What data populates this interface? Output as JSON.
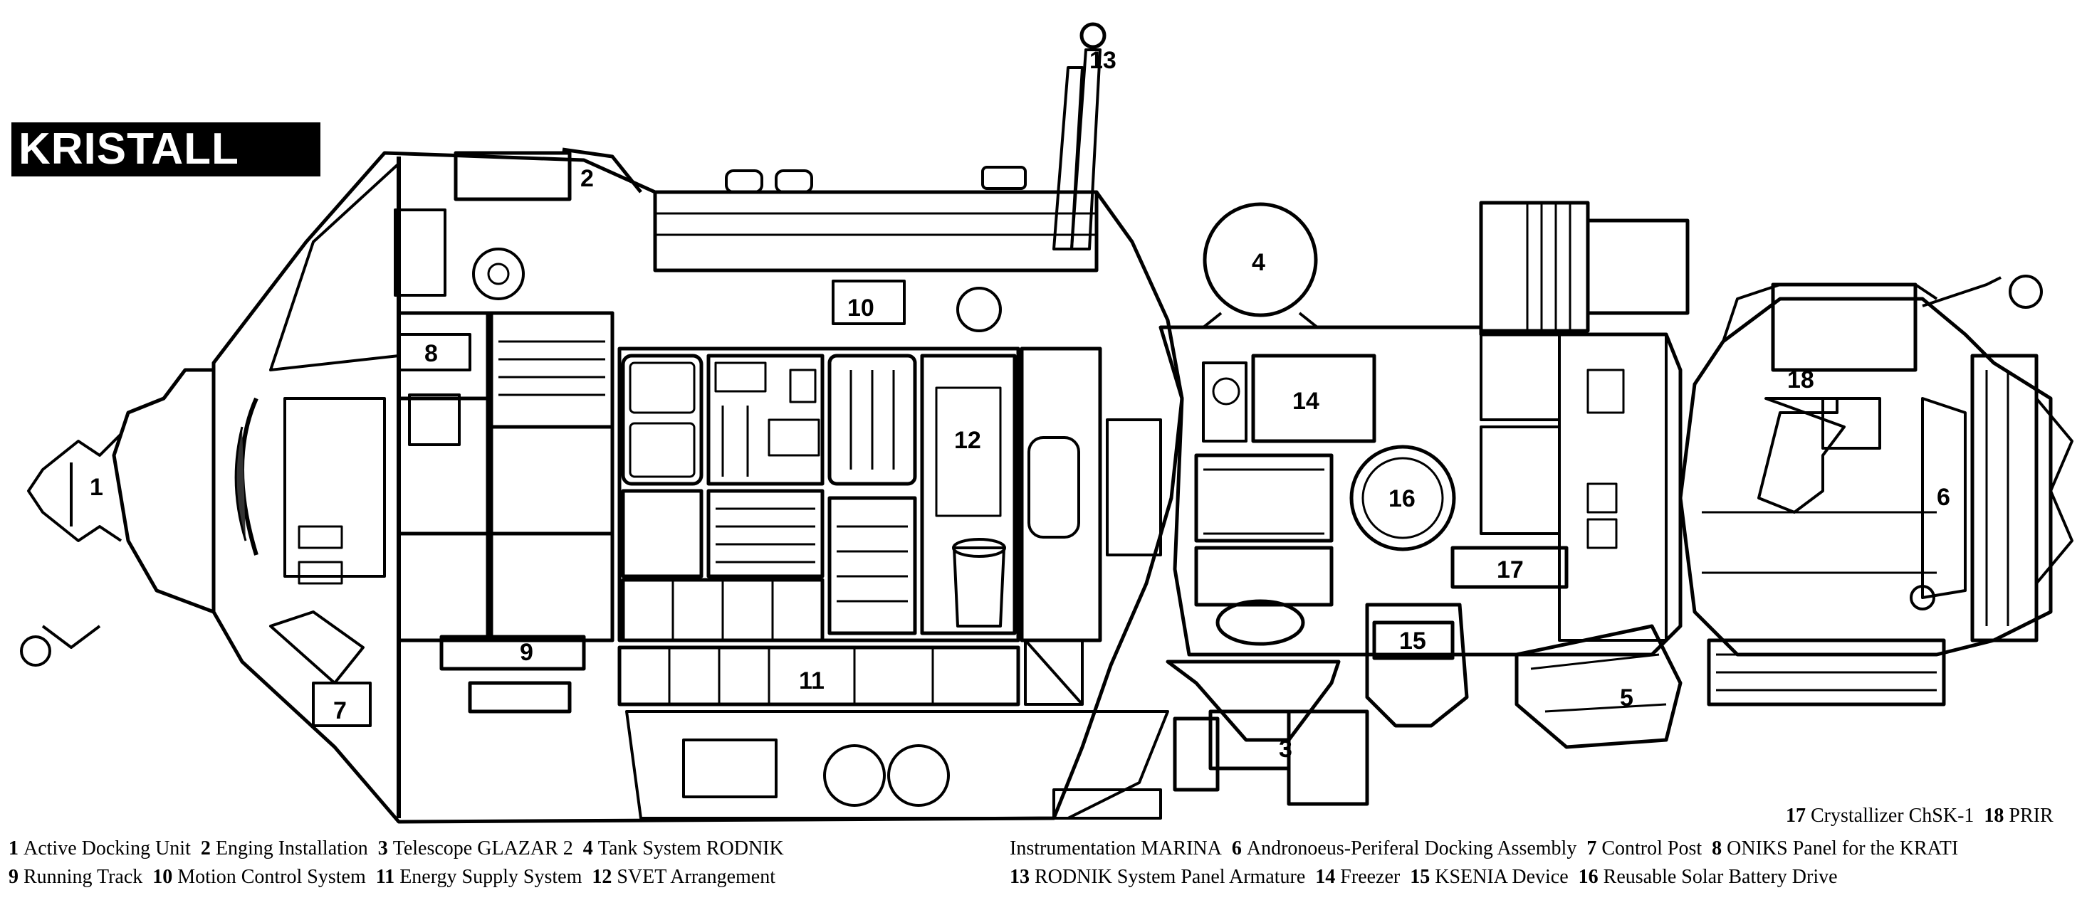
{
  "title": "KRISTALL",
  "callouts": [
    "1",
    "2",
    "4",
    "6",
    "8",
    "10",
    "12",
    "13",
    "14",
    "16",
    "17",
    "18",
    "9",
    "11",
    "15",
    "5",
    "7",
    "3"
  ],
  "legend": {
    "row1_left": [
      {
        "num": "1",
        "label": "Active Docking Unit"
      },
      {
        "num": "2",
        "label": "Enging Installation"
      },
      {
        "num": "3",
        "label": "Telescope GLAZAR 2"
      },
      {
        "num": "4",
        "label": "Tank System RODNIK"
      }
    ],
    "row1_right": [
      {
        "num": "",
        "label": "Instrumentation MARINA"
      },
      {
        "num": "6",
        "label": "Andronoeus-Periferal Docking Assembly"
      },
      {
        "num": "7",
        "label": "Control Post"
      },
      {
        "num": "8",
        "label": "ONIKS Panel for the KRATI"
      }
    ],
    "row2_left": [
      {
        "num": "9",
        "label": "Running Track"
      },
      {
        "num": "10",
        "label": "Motion Control System"
      },
      {
        "num": "11",
        "label": "Energy Supply System"
      },
      {
        "num": "12",
        "label": "SVET Arrangement"
      }
    ],
    "row2_right": [
      {
        "num": "13",
        "label": "RODNIK System Panel Armature"
      },
      {
        "num": "14",
        "label": "Freezer"
      },
      {
        "num": "15",
        "label": "KSENIA Device"
      },
      {
        "num": "16",
        "label": "Reusable Solar Battery Drive"
      }
    ],
    "row0_right": [
      {
        "num": "17",
        "label": "Crystallizer ChSK-1"
      },
      {
        "num": "18",
        "label": "PRIR"
      }
    ]
  }
}
